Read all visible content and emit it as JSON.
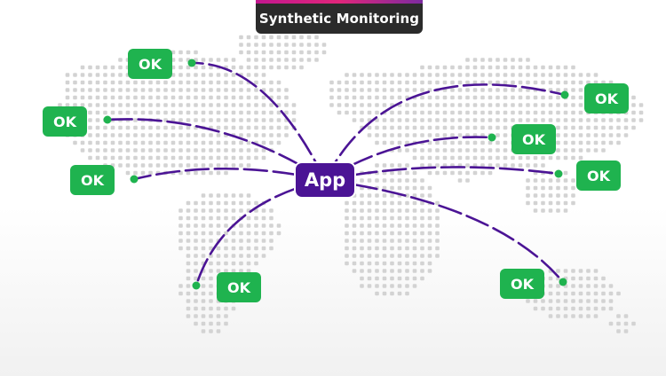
{
  "title": "Synthetic Monitoring",
  "hub": {
    "label": "App",
    "color": "#4b1495"
  },
  "status_color": "#1fb34f",
  "endpoints": [
    {
      "id": "na-north",
      "status": "OK"
    },
    {
      "id": "na-west",
      "status": "OK"
    },
    {
      "id": "na-south",
      "status": "OK"
    },
    {
      "id": "south-america",
      "status": "OK"
    },
    {
      "id": "asia-north",
      "status": "OK"
    },
    {
      "id": "asia-central",
      "status": "OK"
    },
    {
      "id": "asia-east",
      "status": "OK"
    },
    {
      "id": "oceania",
      "status": "OK"
    }
  ]
}
